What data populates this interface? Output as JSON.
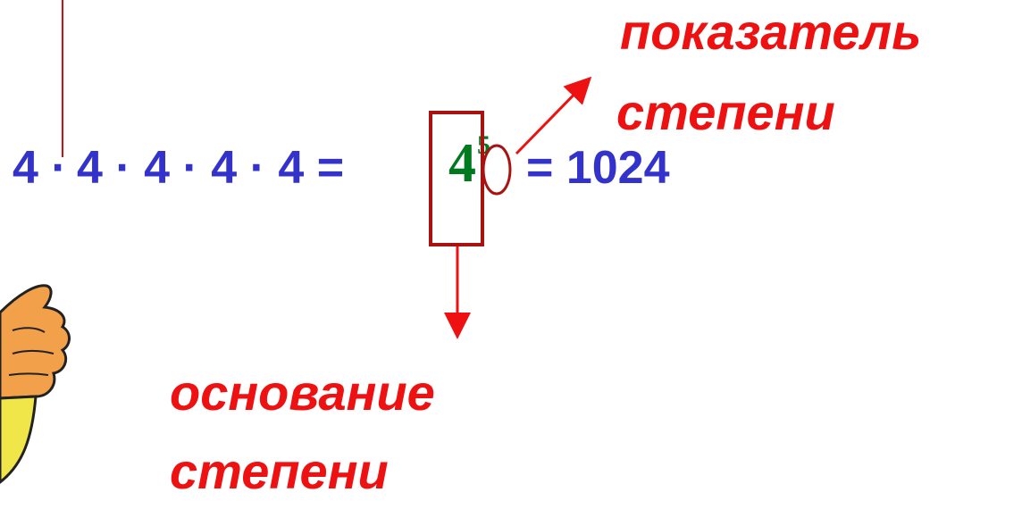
{
  "equation": {
    "leading_factor": "4 ·",
    "product": "4 · 4 · 4 · 4 =",
    "result": "= 1024"
  },
  "power": {
    "base": "4",
    "exponent": "5"
  },
  "labels": {
    "exponent_line1": "показатель",
    "exponent_line2": "степени",
    "base_line1": "основание",
    "base_line2": "степени"
  },
  "colors": {
    "equation": "#3333cc",
    "power": "#007a1e",
    "labels": "#ee1111",
    "box": "#aa1111",
    "arrow": "#ee1111"
  },
  "icons": {
    "hand": "pointing-hand-icon"
  }
}
